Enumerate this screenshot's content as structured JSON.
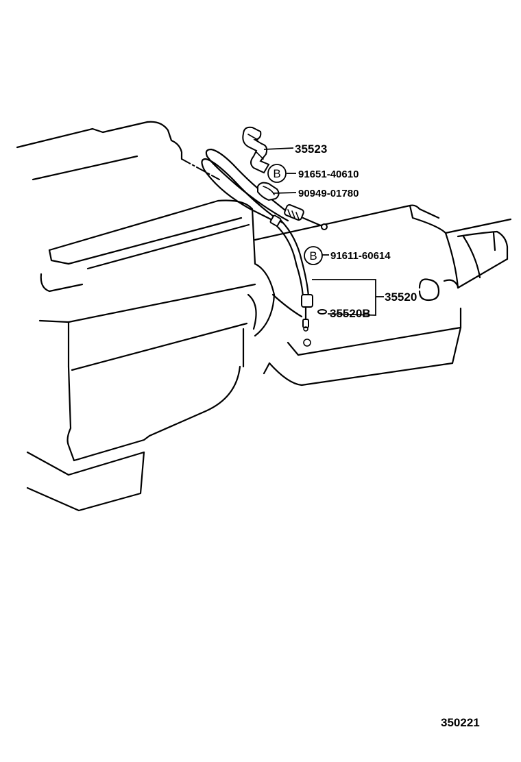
{
  "callouts": {
    "bracket": {
      "text": "35523"
    },
    "bolt_b1": {
      "marker": "B",
      "text": "91651-40610"
    },
    "clamp": {
      "text": "90949-01780"
    },
    "bolt_b2": {
      "marker": "B",
      "text": "91611-60614"
    },
    "cable_assy": {
      "text": "35520"
    },
    "retainer": {
      "text": "35520B"
    }
  },
  "illustration_number": "350221"
}
